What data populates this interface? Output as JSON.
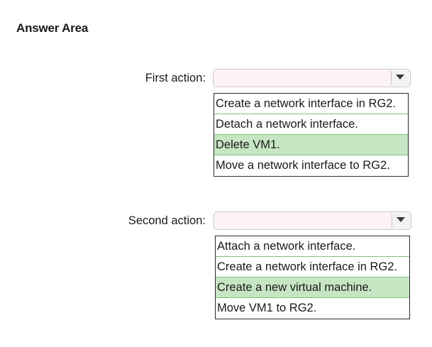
{
  "header": {
    "title": "Answer Area"
  },
  "first_action": {
    "label": "First action:",
    "selected_value": "",
    "options": [
      {
        "label": "Create a network interface in RG2.",
        "selected": false
      },
      {
        "label": "Detach a network interface.",
        "selected": false
      },
      {
        "label": "Delete VM1.",
        "selected": true
      },
      {
        "label": "Move a network interface to RG2.",
        "selected": false
      }
    ]
  },
  "second_action": {
    "label": "Second action:",
    "selected_value": "",
    "options": [
      {
        "label": "Attach a network interface.",
        "selected": false
      },
      {
        "label": "Create a network interface in RG2.",
        "selected": false
      },
      {
        "label": "Create a new virtual machine.",
        "selected": true
      },
      {
        "label": "Move VM1 to RG2.",
        "selected": false
      }
    ]
  },
  "colors": {
    "highlight": "#c6e6c3",
    "dropdown_bg": "#fdf3f5",
    "list_border": "#2a2a2a"
  },
  "icons": {
    "dropdown_arrow": "chevron-down-icon"
  }
}
